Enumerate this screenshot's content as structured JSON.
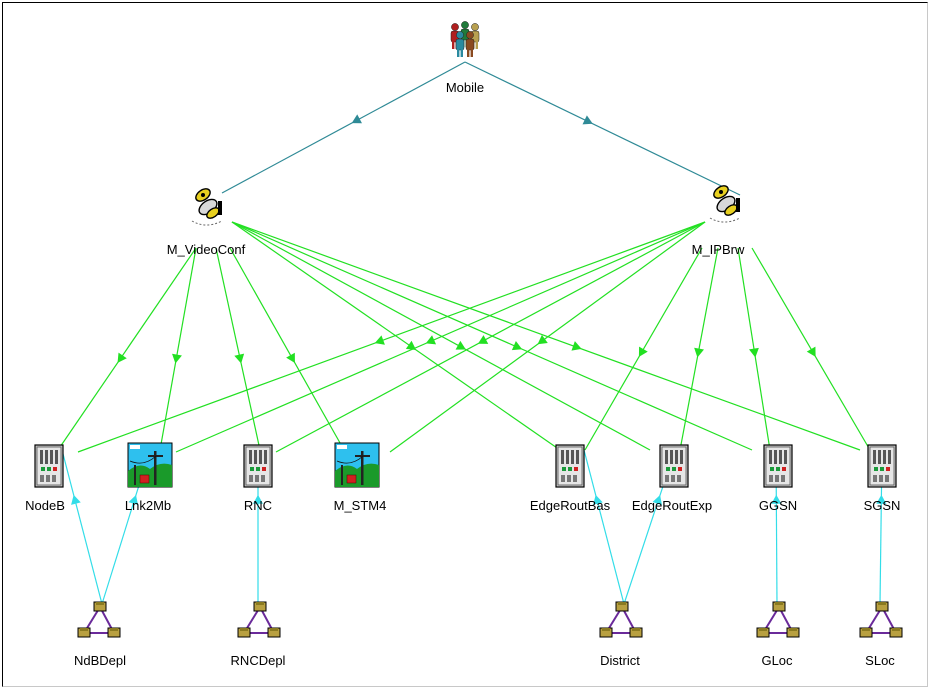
{
  "diagram": {
    "nodes": [
      {
        "id": "mobile",
        "label": "Mobile",
        "icon": "users-icon"
      },
      {
        "id": "vc",
        "label": "M_VideoConf",
        "icon": "satellite-dish-icon"
      },
      {
        "id": "ip",
        "label": "M_IPBrw",
        "icon": "satellite-dish-icon"
      },
      {
        "id": "nodeb",
        "label": "NodeB",
        "icon": "server-rack-icon"
      },
      {
        "id": "lnk",
        "label": "Lnk2Mb",
        "icon": "power-line-icon"
      },
      {
        "id": "rnc",
        "label": "RNC",
        "icon": "server-rack-icon"
      },
      {
        "id": "stm",
        "label": "M_STM4",
        "icon": "power-line-icon"
      },
      {
        "id": "erb",
        "label": "EdgeRoutBas",
        "icon": "server-rack-icon"
      },
      {
        "id": "ere",
        "label": "EdgeRoutExp",
        "icon": "server-rack-icon"
      },
      {
        "id": "ggsn",
        "label": "GGSN",
        "icon": "server-rack-icon"
      },
      {
        "id": "sgsn",
        "label": "SGSN",
        "icon": "server-rack-icon"
      },
      {
        "id": "ndb",
        "label": "NdBDepl",
        "icon": "network-triangle-icon"
      },
      {
        "id": "rncd",
        "label": "RNCDepl",
        "icon": "network-triangle-icon"
      },
      {
        "id": "dist",
        "label": "District",
        "icon": "network-triangle-icon"
      },
      {
        "id": "gloc",
        "label": "GLoc",
        "icon": "network-triangle-icon"
      },
      {
        "id": "sloc",
        "label": "SLoc",
        "icon": "network-triangle-icon"
      }
    ],
    "edges": [
      {
        "from": "mobile",
        "to": "vc",
        "kind": "service"
      },
      {
        "from": "mobile",
        "to": "ip",
        "kind": "service"
      },
      {
        "from": "vc",
        "to": "nodeb",
        "kind": "dependency"
      },
      {
        "from": "vc",
        "to": "lnk",
        "kind": "dependency"
      },
      {
        "from": "vc",
        "to": "rnc",
        "kind": "dependency"
      },
      {
        "from": "vc",
        "to": "stm",
        "kind": "dependency"
      },
      {
        "from": "vc",
        "to": "erb",
        "kind": "dependency"
      },
      {
        "from": "vc",
        "to": "ere",
        "kind": "dependency"
      },
      {
        "from": "vc",
        "to": "ggsn",
        "kind": "dependency"
      },
      {
        "from": "vc",
        "to": "sgsn",
        "kind": "dependency"
      },
      {
        "from": "ip",
        "to": "nodeb",
        "kind": "dependency"
      },
      {
        "from": "ip",
        "to": "lnk",
        "kind": "dependency"
      },
      {
        "from": "ip",
        "to": "rnc",
        "kind": "dependency"
      },
      {
        "from": "ip",
        "to": "stm",
        "kind": "dependency"
      },
      {
        "from": "ip",
        "to": "erb",
        "kind": "dependency"
      },
      {
        "from": "ip",
        "to": "ere",
        "kind": "dependency"
      },
      {
        "from": "ip",
        "to": "ggsn",
        "kind": "dependency"
      },
      {
        "from": "ip",
        "to": "sgsn",
        "kind": "dependency"
      },
      {
        "from": "ndb",
        "to": "nodeb",
        "kind": "deployment"
      },
      {
        "from": "ndb",
        "to": "lnk",
        "kind": "deployment"
      },
      {
        "from": "rncd",
        "to": "rnc",
        "kind": "deployment"
      },
      {
        "from": "dist",
        "to": "erb",
        "kind": "deployment"
      },
      {
        "from": "dist",
        "to": "ere",
        "kind": "deployment"
      },
      {
        "from": "gloc",
        "to": "ggsn",
        "kind": "deployment"
      },
      {
        "from": "sloc",
        "to": "sgsn",
        "kind": "deployment"
      }
    ]
  },
  "colors": {
    "service": "#2f8a96",
    "dependency": "#22e022",
    "deployment": "#33dde8",
    "frame": "#000000"
  }
}
